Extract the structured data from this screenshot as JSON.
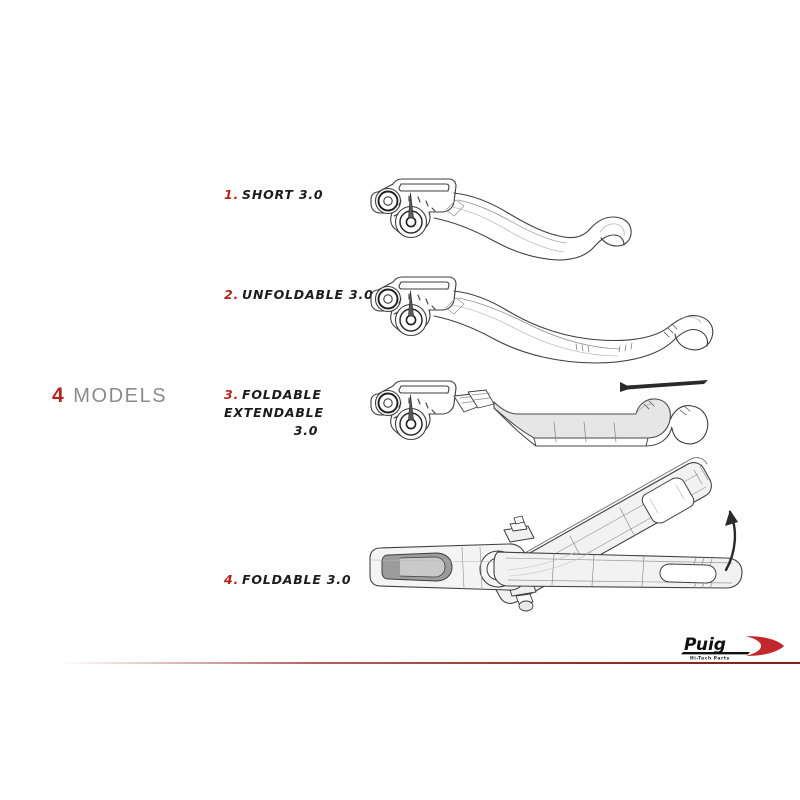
{
  "page": {
    "background_color": "#ffffff",
    "accent_color": "#b5231f",
    "line_color": "#4a4a4a"
  },
  "heading": {
    "count": "4",
    "word": "MODELS"
  },
  "models": [
    {
      "number": "1.",
      "name": "SHORT 3.0",
      "name_line2": "",
      "art_name": "short-lever-drawing",
      "arrow": "none"
    },
    {
      "number": "2.",
      "name": "UNFOLDABLE 3.0",
      "name_line2": "",
      "art_name": "unfoldable-lever-drawing",
      "arrow": "none"
    },
    {
      "number": "3.",
      "name": "FOLDABLE EXTENDABLE",
      "name_line2": "3.0",
      "art_name": "foldable-extendable-lever-drawing",
      "arrow": "left-straight-arrow"
    },
    {
      "number": "4.",
      "name": "FOLDABLE 3.0",
      "name_line2": "",
      "art_name": "foldable-lever-drawing",
      "arrow": "curved-up-arrow"
    }
  ],
  "footer": {
    "rule_color": "#8c231c"
  },
  "brand": {
    "name": "Puig",
    "tagline": "Hi-Tech Parts",
    "swoosh_color": "#c1272d",
    "text_color": "#111111"
  }
}
